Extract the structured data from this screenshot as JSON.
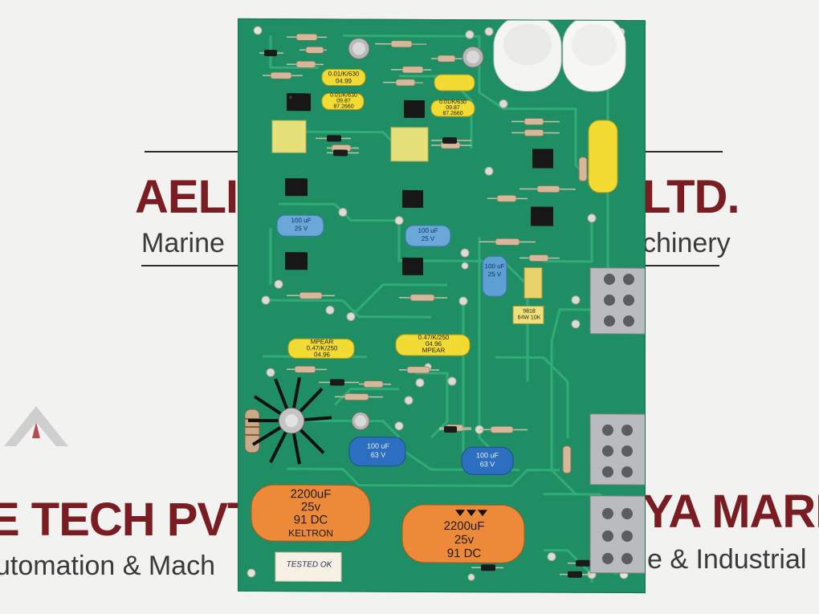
{
  "background_sign": {
    "company_left": "AELIY",
    "company_right": "LTD.",
    "tagline_left": "Marine",
    "tagline_right": "chinery",
    "lower_left": "E TECH PVT. L",
    "lower_right": "YA MARIN",
    "lower_tag_left": "utomation & Mach",
    "lower_tag_right": "e & Industrial",
    "text_color": "#7a1d22",
    "logo_color": "#c9c9c9"
  },
  "board": {
    "pcb_color": "#1f8e64",
    "trace_color": "#2fb07a",
    "yellow_caps": [
      {
        "lines": [
          "0.01/K/630",
          "04.99"
        ]
      },
      {
        "lines": [
          "0.01/K/630",
          "09.87",
          "87.2660"
        ]
      },
      {
        "lines": [
          "0.01/K/630",
          "09.87",
          "87.2660"
        ]
      },
      {
        "lines": [
          "MPEAR",
          "0.47/K/250",
          "04.96"
        ]
      },
      {
        "lines": [
          "0.47/K/250",
          "04.96",
          "MPEAR"
        ]
      }
    ],
    "large_caps": [
      {
        "value": "2200uF",
        "voltage": "25v",
        "code": "91  DC",
        "brand": "KELTRON"
      },
      {
        "value": "2200uF",
        "voltage": "25v",
        "code": "91  DC",
        "brand": ""
      }
    ],
    "blue_caps": [
      {
        "lines": [
          "100 uF",
          "25 V"
        ]
      },
      {
        "lines": [
          "100 uF",
          "25 V"
        ]
      },
      {
        "lines": [
          "100 uF",
          "25 V"
        ]
      },
      {
        "lines": [
          "100 uF",
          "63 V"
        ]
      },
      {
        "lines": [
          "100 uF",
          "63 V"
        ]
      }
    ],
    "trimmer_labels": [
      "9818",
      "64W 10K"
    ],
    "tested_label": "TESTED OK"
  }
}
